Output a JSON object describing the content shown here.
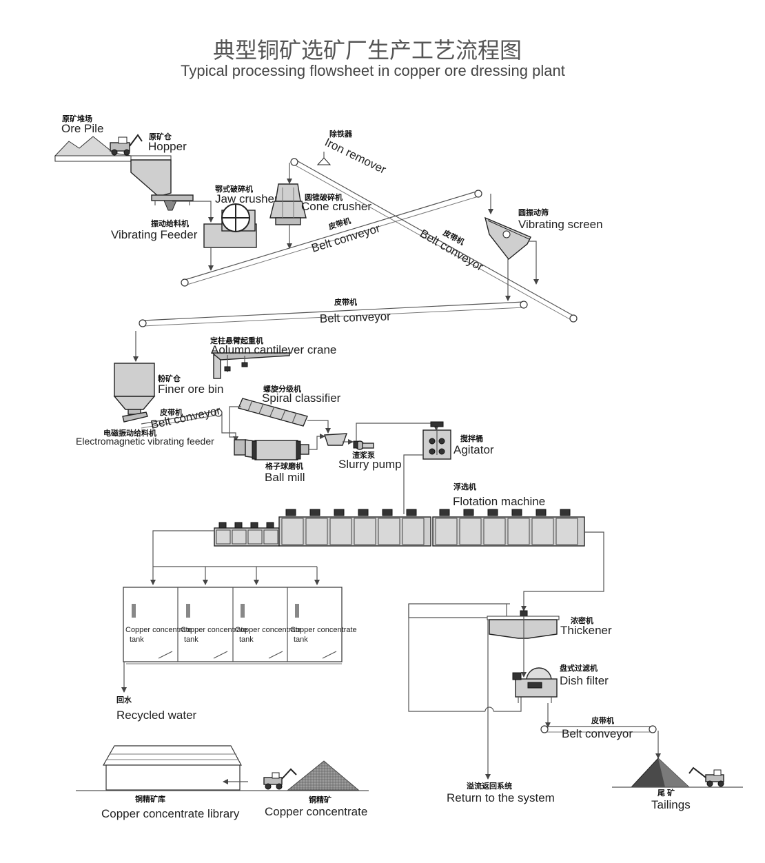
{
  "title": {
    "cn": "典型铜矿选矿厂生产工艺流程图",
    "en": "Typical processing flowsheet in copper ore dressing plant"
  },
  "labels": {
    "ore_pile": {
      "cn": "原矿堆场",
      "en": "Ore Pile"
    },
    "hopper": {
      "cn": "原矿仓",
      "en": "Hopper"
    },
    "iron_remover": {
      "cn": "除铁器",
      "en": "Iron remover"
    },
    "jaw_crusher": {
      "cn": "鄂式破碎机",
      "en": "Jaw crusher"
    },
    "cone_crusher": {
      "cn": "圆锥破碎机",
      "en": "Cone crusher"
    },
    "vibrating_feeder": {
      "cn": "振动给料机",
      "en": "Vibrating  Feeder"
    },
    "belt_conveyor_1": {
      "cn": "皮带机",
      "en": "Belt conveyor"
    },
    "belt_conveyor_2": {
      "cn": "皮带机",
      "en": "Belt conveyor"
    },
    "vibrating_screen": {
      "cn": "圆振动筛",
      "en": "Vibrating  screen"
    },
    "belt_conveyor_3": {
      "cn": "皮带机",
      "en": "Belt conveyor"
    },
    "crane": {
      "cn": "定柱悬臂起重机",
      "en": "Aolumn cantilever crane"
    },
    "finer_ore_bin": {
      "cn": "粉矿仓",
      "en": "Finer ore bin"
    },
    "belt_conveyor_4": {
      "cn": "皮带机",
      "en": "Belt conveyor"
    },
    "em_feeder": {
      "cn": "电磁振动给料机",
      "en": "Electromagnetic vibrating feeder"
    },
    "spiral_classifier": {
      "cn": "螺旋分级机",
      "en": "Spiral classifier"
    },
    "ball_mill": {
      "cn": "格子球磨机",
      "en": "Ball mill"
    },
    "slurry_pump": {
      "cn": "渣浆泵",
      "en": "Slurry pump"
    },
    "agitator": {
      "cn": "搅拌桶",
      "en": "Agitator"
    },
    "flotation": {
      "cn": "浮选机",
      "en": "Flotation machine"
    },
    "tank": {
      "en": "Copper concentrate",
      "en2": "tank"
    },
    "recycled_water": {
      "cn": "回水",
      "en": "Recycled water"
    },
    "thickener": {
      "cn": "浓密机",
      "en": "Thickener"
    },
    "dish_filter": {
      "cn": "盘式过滤机",
      "en": "Dish filter"
    },
    "belt_conveyor_5": {
      "cn": "皮带机",
      "en": "Belt conveyor"
    },
    "library": {
      "cn": "铜精矿库",
      "en": "Copper concentrate library"
    },
    "concentrate": {
      "cn": "铜精矿",
      "en": "Copper concentrate"
    },
    "return": {
      "cn": "溢流返回系统",
      "en": "Return to the system"
    },
    "tailings": {
      "cn": "尾 矿",
      "en": "Tailings"
    }
  }
}
